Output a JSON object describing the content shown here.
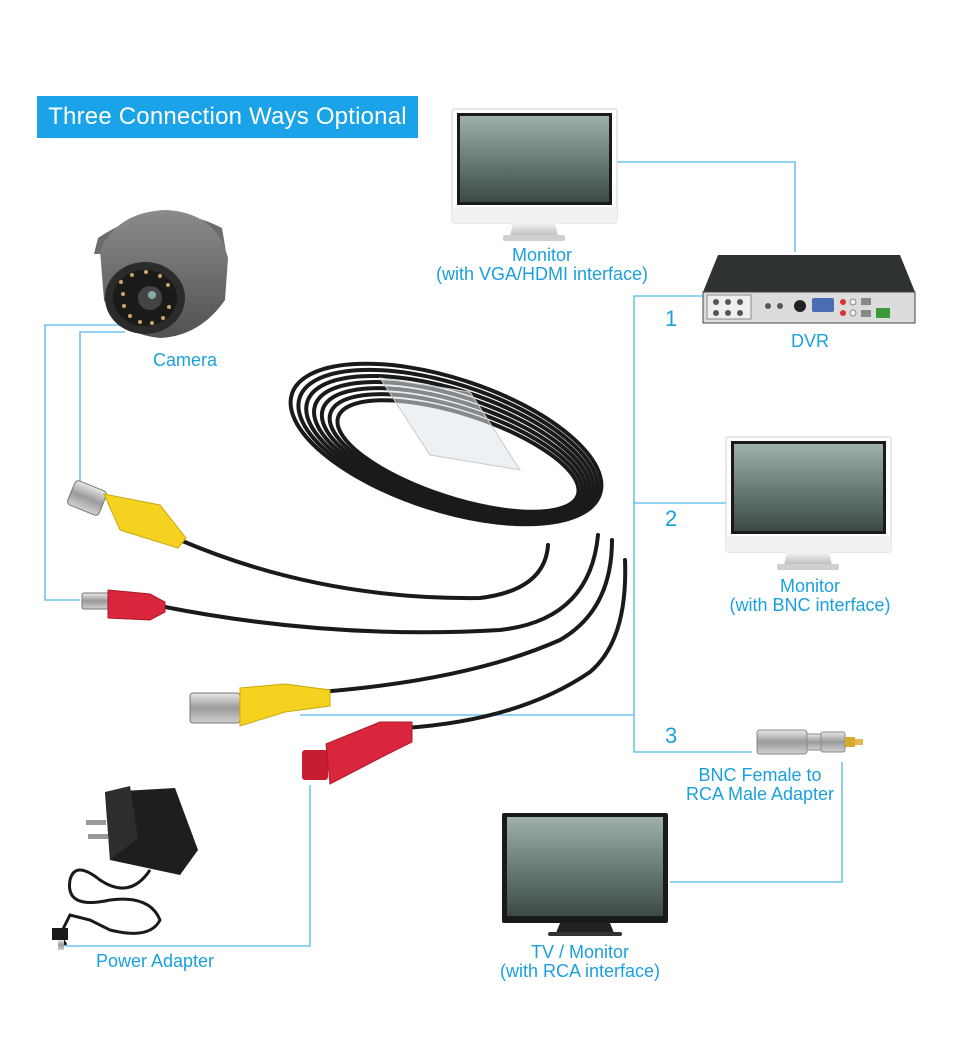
{
  "title": "Three Connection Ways Optional",
  "devices": {
    "camera": {
      "label": "Camera"
    },
    "dvr": {
      "label": "DVR"
    },
    "monitor_vga": {
      "line1": "Monitor",
      "line2": "(with VGA/HDMI interface)"
    },
    "monitor_bnc": {
      "line1": "Monitor",
      "line2": "(with BNC interface)"
    },
    "adapter": {
      "line1": "BNC Female to",
      "line2": "RCA Male Adapter"
    },
    "tv": {
      "line1": "TV / Monitor",
      "line2": "(with RCA interface)"
    },
    "power": {
      "label": "Power Adapter"
    }
  },
  "options": [
    "1",
    "2",
    "3"
  ],
  "colors": {
    "accent": "#1aa3e8",
    "connector": "#6fc3ee",
    "cable": "#1a1a1a",
    "bnc_yellow": "#f4d21f",
    "dc_red": "#d9263c"
  }
}
